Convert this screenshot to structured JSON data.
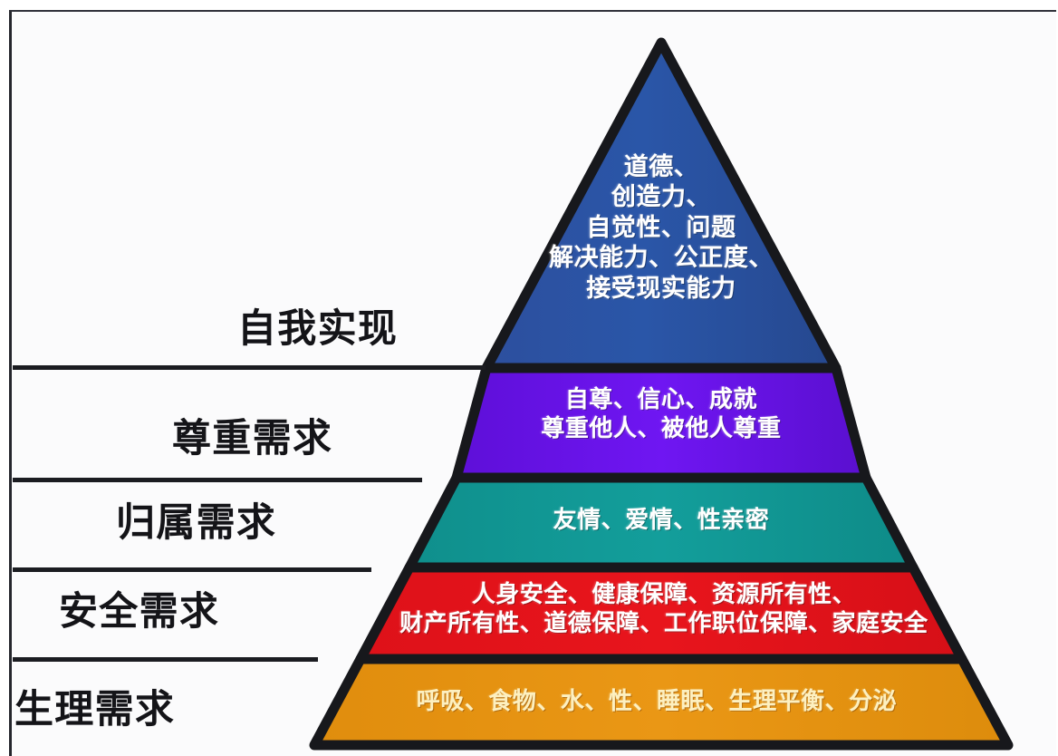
{
  "diagram": {
    "type": "maslow-hierarchy-of-needs-pyramid",
    "language": "zh-CN"
  },
  "colors": {
    "tier_self_actualization": "#2a56a8",
    "tier_esteem": "#6610e8",
    "tier_belonging": "#119a97",
    "tier_safety": "#e8151c",
    "tier_physiological": "#e89614",
    "outline": "#17181c",
    "label_text": "#141418",
    "tier_text_light": "#ffffff",
    "tier_text_cream": "#fdf0c0",
    "background": "#fbfbfc"
  },
  "tiers": [
    {
      "level": 5,
      "label": "自我实现",
      "content": "道德、\n创造力、\n自觉性、问题\n解决能力、公正度、\n接受现实能力",
      "color": "#2a56a8"
    },
    {
      "level": 4,
      "label": "尊重需求",
      "content": "自尊、信心、成就\n尊重他人、被他人尊重",
      "color": "#6610e8"
    },
    {
      "level": 3,
      "label": "归属需求",
      "content": "友情、爱情、性亲密",
      "color": "#119a97"
    },
    {
      "level": 2,
      "label": "安全需求",
      "content": "人身安全、健康保障、资源所有性、\n财产所有性、道德保障、工作职位保障、家庭安全",
      "color": "#e8151c"
    },
    {
      "level": 1,
      "label": "生理需求",
      "content": "呼吸、食物、水、性、睡眠、生理平衡、分泌",
      "color": "#e89614"
    }
  ]
}
